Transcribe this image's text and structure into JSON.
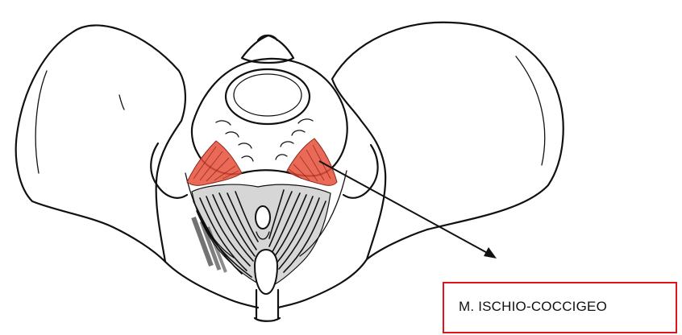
{
  "label": {
    "text": "M. ISCHIO-COCCIGEO",
    "border_color": "#e0141b"
  },
  "muscle_color": "#e8503a",
  "icons": [
    "pelvis-illustration",
    "arrow-pointer"
  ]
}
